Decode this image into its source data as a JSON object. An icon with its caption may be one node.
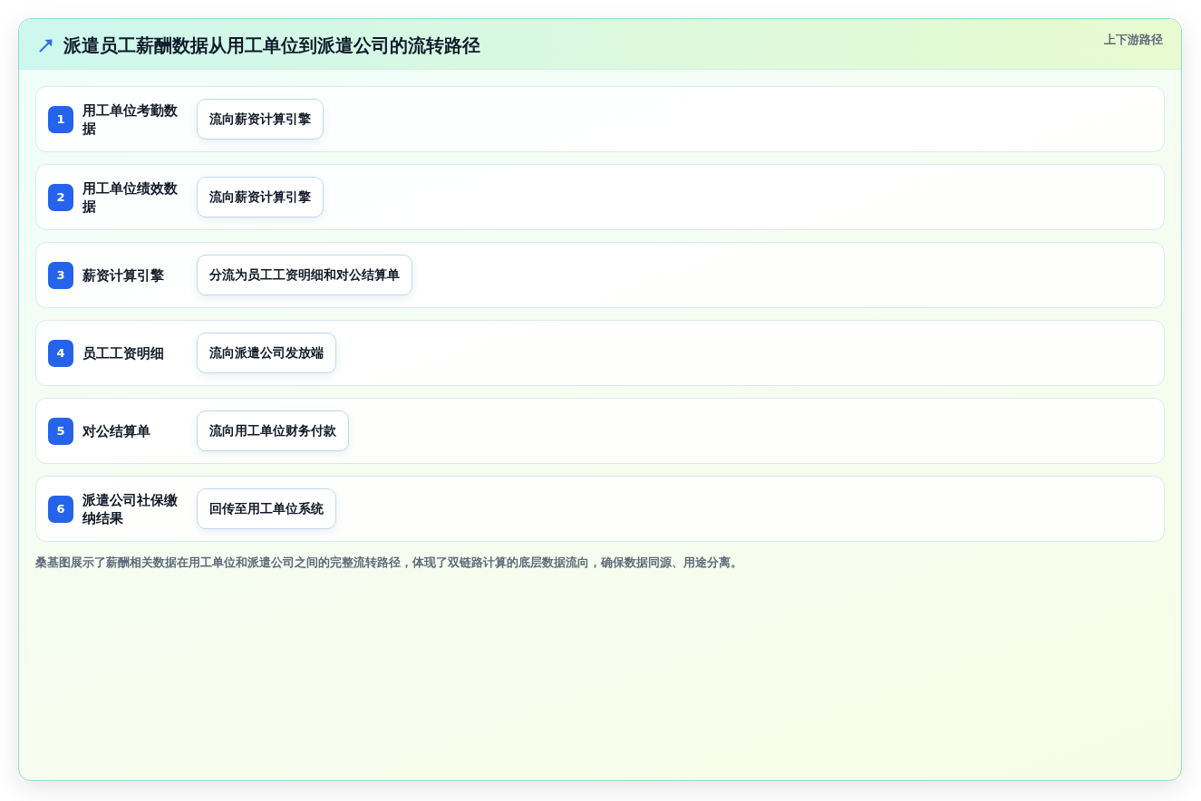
{
  "diagram": {
    "title": "派遣员工薪酬数据从用工单位到派遣公司的流转路径",
    "caption": "桑基图展示了薪酬相关数据在用工单位和派遣公司之间的完整流转路径，体现了双链路计算的底层数据流向，确保数据同源、用途分离。",
    "nodes": [
      {
        "text": [
          "用工单位考勤数据"
        ]
      },
      {
        "text": [
          "1"
        ],
        "in": 0
      },
      {
        "text": [
          "流向薪资计算引擎"
        ],
        "in": 0
      },
      {
        "text": [
          "用工单位绩效数据"
        ]
      },
      {
        "text": [
          "2"
        ],
        "in": 3
      },
      {
        "text": [
          "流向薪资计算引擎"
        ],
        "in": 3
      },
      {
        "text": [
          "薪资计算引擎"
        ]
      },
      {
        "text": [
          "3"
        ],
        "in": 6
      },
      {
        "text": [
          "分流为员工工资明细和对公结算单"
        ],
        "in": 6
      },
      {
        "text": [
          "员工工资明细"
        ]
      },
      {
        "text": [
          "4"
        ],
        "in": 9
      },
      {
        "text": [
          "流向派遣公司发放端"
        ],
        "in": 9
      },
      {
        "text": [
          "对公结算单"
        ]
      },
      {
        "text": [
          "5"
        ],
        "in": 12
      },
      {
        "text": [
          "流向用工单位财务付款"
        ],
        "in": 12
      },
      {
        "text": [
          "派遣公司社保缴纳结果"
        ]
      },
      {
        "text": [
          "6"
        ],
        "in": 15
      },
      {
        "text": [
          "回传至用工单位系统"
        ],
        "in": 15
      }
    ],
    "labels": [
      "上下游路径"
    ]
  }
}
